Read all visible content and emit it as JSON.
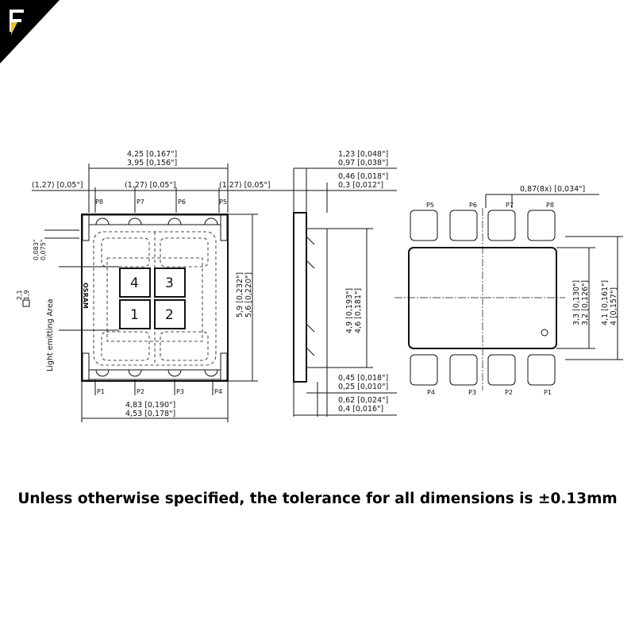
{
  "logo": {
    "letter": "F",
    "colors": {
      "bg": "#000000",
      "accent": "#f2c21b"
    }
  },
  "tolerance_note": "Unless otherwise specified, the tolerance for all dimensions is ±0.13mm",
  "brand_mark": "OSRAM",
  "light_area_label": "Light emitting Area",
  "front_view": {
    "pitch_dims": [
      "(1,27) [0,05\"]",
      "(1,27) [0,05\"]",
      "(1,27) [0,05\"]"
    ],
    "top_width": [
      "4,25 [0,167\"]",
      "3,95 [0,156\"]"
    ],
    "bottom_width": [
      "4,83 [0,190\"]",
      "4,53 [0,178\"]"
    ],
    "height": [
      "5,9 [0,232\"]",
      "5,6 [0,220\"]"
    ],
    "area_offset": [
      "0,083\"",
      "0,075\""
    ],
    "area_dims": [
      "2,1",
      "1,9"
    ],
    "top_pins": [
      "P8",
      "P7",
      "P6",
      "P5"
    ],
    "bottom_pins": [
      "P1",
      "P2",
      "P3",
      "P4"
    ],
    "chips": [
      "4",
      "3",
      "1",
      "2"
    ]
  },
  "side_view": {
    "thickness": [
      "1,23 [0,048\"]",
      "0,97 [0,038\"]"
    ],
    "lens": [
      "0,46 [0,018\"]",
      "0,3 [0,012\"]"
    ],
    "height": [
      "4,9 [0,193\"]",
      "4,6 [0,181\"]"
    ],
    "lower_a": [
      "0,45 [0,018\"]",
      "0,25 [0,010\"]"
    ],
    "lower_b": [
      "0,62 [0,024\"]",
      "0,4 [0,016\"]"
    ]
  },
  "bottom_view": {
    "pad_width": "0,87(8x) [0,034\"]",
    "top_pins": [
      "P5",
      "P6",
      "P7",
      "P8"
    ],
    "bottom_pins": [
      "P4",
      "P3",
      "P2",
      "P1"
    ],
    "inner": [
      "3,3 [0,130\"]",
      "3,2 [0,126\"]"
    ],
    "outer": [
      "4,1 [0,161\"]",
      "4 [0,157\"]"
    ]
  }
}
